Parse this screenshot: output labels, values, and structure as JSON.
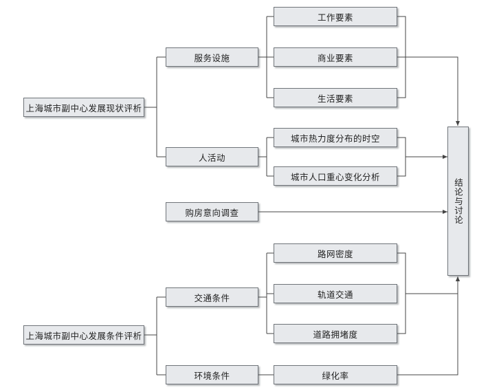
{
  "diagram": {
    "colors": {
      "box_fill": "#e7e9ec",
      "box_border": "#6f7479",
      "line": "#444444"
    },
    "nodes": {
      "status_eval": "上海城市副中心发展现状评析",
      "condition_eval": "上海城市副中心发展条件评析",
      "service_facilities": "服务设施",
      "human_activity": "人活动",
      "purchase_survey": "购房意向调查",
      "traffic_conditions": "交通条件",
      "environment_conditions": "环境条件",
      "work_factors": "工作要素",
      "commercial_factors": "商业要素",
      "living_factors": "生活要素",
      "heat_distribution": "城市热力度分布的时空",
      "population_center": "城市人口重心变化分析",
      "road_density": "路网密度",
      "rail_transit": "轨道交通",
      "road_congestion": "道路拥堵度",
      "greening_rate": "绿化率",
      "conclusion": "结论与讨论"
    }
  }
}
